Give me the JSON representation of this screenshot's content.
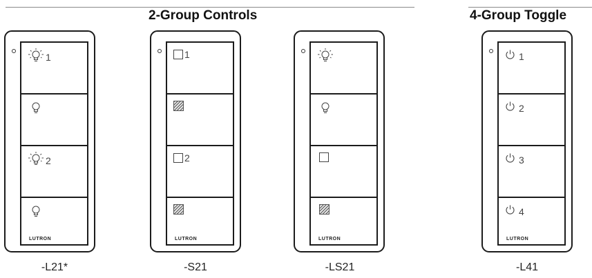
{
  "headers": {
    "two_group": "2-Group Controls",
    "four_group": "4-Group Toggle"
  },
  "remotes": [
    {
      "model": "-L21*",
      "brand": "LUTRON",
      "buttons": [
        {
          "icon": "bulb-on-icon",
          "label": "1"
        },
        {
          "icon": "bulb-off-icon",
          "label": ""
        },
        {
          "icon": "bulb-on-icon",
          "label": "2"
        },
        {
          "icon": "bulb-off-icon",
          "label": ""
        }
      ]
    },
    {
      "model": "-S21",
      "brand": "LUTRON",
      "buttons": [
        {
          "icon": "shade-open-icon",
          "label": "1"
        },
        {
          "icon": "shade-closed-icon",
          "label": ""
        },
        {
          "icon": "shade-open-icon",
          "label": "2"
        },
        {
          "icon": "shade-closed-icon",
          "label": ""
        }
      ]
    },
    {
      "model": "-LS21",
      "brand": "LUTRON",
      "buttons": [
        {
          "icon": "bulb-on-icon",
          "label": ""
        },
        {
          "icon": "bulb-off-icon",
          "label": ""
        },
        {
          "icon": "shade-open-icon",
          "label": ""
        },
        {
          "icon": "shade-closed-icon",
          "label": ""
        }
      ]
    },
    {
      "model": "-L41",
      "brand": "LUTRON",
      "buttons": [
        {
          "icon": "power-icon",
          "label": "1"
        },
        {
          "icon": "power-icon",
          "label": "2"
        },
        {
          "icon": "power-icon",
          "label": "3"
        },
        {
          "icon": "power-icon",
          "label": "4"
        }
      ]
    }
  ]
}
